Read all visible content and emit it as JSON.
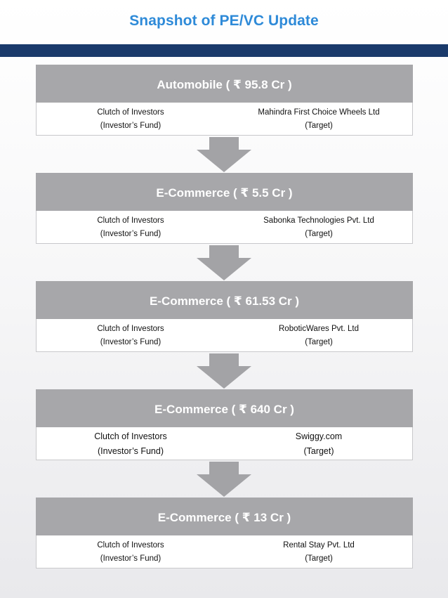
{
  "title": "Snapshot of PE/VC Update",
  "deals": [
    {
      "sector": "Automobile ( ₹ 95.8 Cr )",
      "investor": "Clutch of Investors",
      "investor_role": "(Investor’s Fund)",
      "target": "Mahindra First Choice Wheels Ltd",
      "target_role": "(Target)"
    },
    {
      "sector": "E-Commerce ( ₹ 5.5 Cr )",
      "investor": "Clutch of Investors",
      "investor_role": "(Investor’s Fund)",
      "target": "Sabonka Technologies Pvt. Ltd",
      "target_role": "(Target)"
    },
    {
      "sector": "E-Commerce ( ₹ 61.53 Cr )",
      "investor": "Clutch of Investors",
      "investor_role": "(Investor’s Fund)",
      "target": "RoboticWares Pvt. Ltd",
      "target_role": "(Target)"
    },
    {
      "sector": "E-Commerce ( ₹ 640 Cr )",
      "investor": "Clutch of Investors",
      "investor_role": "(Investor’s Fund)",
      "target": "Swiggy.com",
      "target_role": "(Target)"
    },
    {
      "sector": "E-Commerce ( ₹ 13 Cr )",
      "investor": "Clutch of Investors",
      "investor_role": "(Investor’s Fund)",
      "target": "Rental Stay Pvt. Ltd",
      "target_role": "(Target)"
    }
  ],
  "colors": {
    "title": "#2e8ad8",
    "title_bar": "#1a3a6b",
    "header_fill": "#a7a7aa",
    "arrow_fill": "#a3a3a6"
  },
  "icons": {
    "connector": "down-arrow-icon"
  }
}
